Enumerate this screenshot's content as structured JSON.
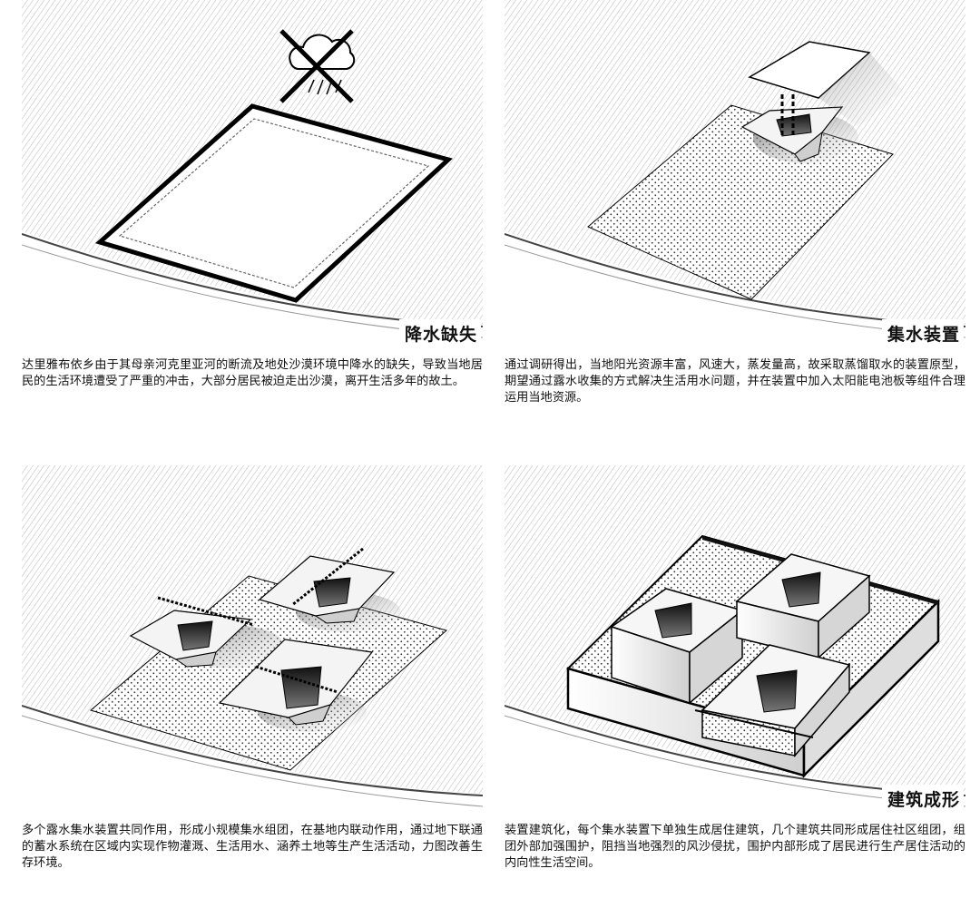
{
  "panels": [
    {
      "title": "降水缺失",
      "caption": "达里雅布依乡由于其母亲河克里亚河的断流及地处沙漠环境中降水的缺失，导致当地居民的生活环境遭受了严重的冲击，大部分居民被迫走出沙漠，离开生活多年的故土。",
      "icon": "crossed-out-rain-cloud"
    },
    {
      "title": "集水装置",
      "caption": "通过调研得出，当地阳光资源丰富，风速大，蒸发量高，故采取蒸馏取水的装置原型，期望通过露水收集的方式解决生活用水问题，并在装置中加入太阳能电池板等组件合理运用当地资源。",
      "icon": "water-collector"
    },
    {
      "title": "集水组团",
      "caption": "多个露水集水装置共同作用，形成小规模集水组团，在基地内联动作用，通过地下联通的蓄水系统在区域内实现作物灌溉、生活用水、涵养土地等生产生活活动，力图改善生存环境。",
      "icon": "water-collector-cluster"
    },
    {
      "title": "建筑成形",
      "caption": "装置建筑化，每个集水装置下单独生成居住建筑，几个建筑共同形成居住社区组团，组团外部加强围护，阻挡当地强烈的风沙侵扰，围护内部形成了居民进行生产居住活动的内向性生活空间。",
      "icon": "building-complex"
    }
  ]
}
